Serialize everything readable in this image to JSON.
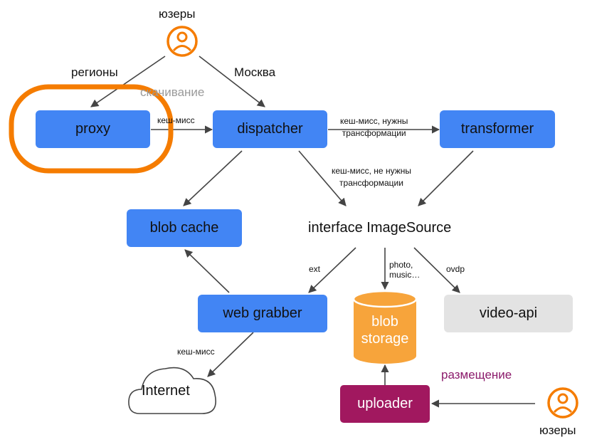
{
  "users_top": {
    "label": "юзеры"
  },
  "users_bottom": {
    "label": "юзеры"
  },
  "edges": {
    "regions": "регионы",
    "moscow": "Москва",
    "download": "скачивание",
    "cache_miss_proxy": "кеш-мисс",
    "cache_miss_transform": [
      "кеш-мисс, нужны",
      "трансформации"
    ],
    "cache_miss_no_transform": [
      "кеш-мисс, не нужны",
      "трансформации"
    ],
    "ext": "ext",
    "photo_music": [
      "photo,",
      "music…"
    ],
    "ovdp": "ovdp",
    "cache_miss_internet": "кеш-мисс",
    "placement": "размещение"
  },
  "nodes": {
    "proxy": "proxy",
    "dispatcher": "dispatcher",
    "transformer": "transformer",
    "blob_cache": "blob cache",
    "image_source": "interface ImageSource",
    "web_grabber": "web grabber",
    "blob_storage": [
      "blob",
      "storage"
    ],
    "video_api": "video-api",
    "internet": "Internet",
    "uploader": "uploader"
  },
  "colors": {
    "service": "#4285f4",
    "external": "#e3e3e3",
    "storage": "#f7a43b",
    "uploader": "#a1185f",
    "highlight": "#f57c00",
    "user_icon": "#f57c00",
    "arrow": "#444444",
    "placement_text": "#8b1a6b",
    "download_text": "#9a9a9a"
  }
}
